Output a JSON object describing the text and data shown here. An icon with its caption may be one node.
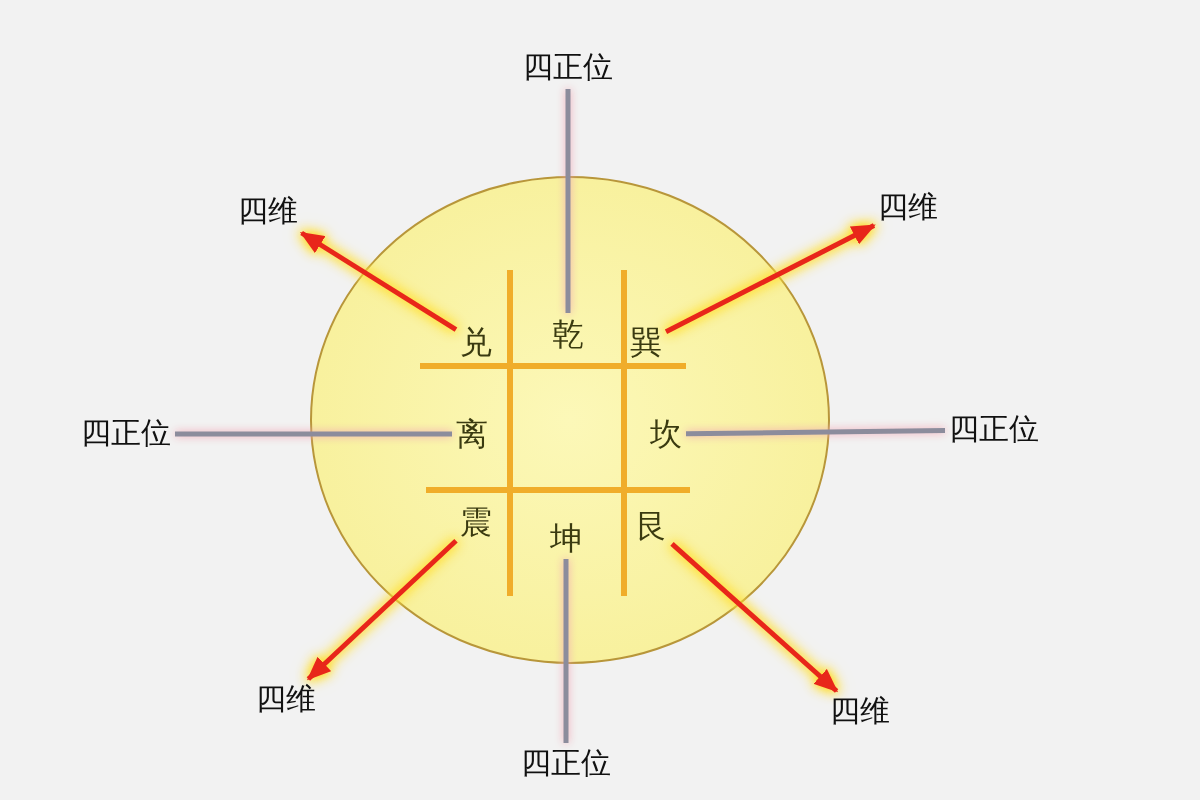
{
  "diagram": {
    "nodes": [
      {
        "text": [],
        "shape": "circle"
      },
      {
        "text": [
          "兑"
        ],
        "in": 0
      },
      {
        "text": [
          "乾"
        ],
        "in": 0
      },
      {
        "text": [
          "巽"
        ],
        "in": 0
      },
      {
        "text": [
          "离"
        ],
        "in": 0
      },
      {
        "text": [
          "坎"
        ],
        "in": 0
      },
      {
        "text": [
          "震"
        ],
        "in": 0
      },
      {
        "text": [
          "坤"
        ],
        "in": 0
      },
      {
        "text": [
          "艮"
        ],
        "in": 0
      },
      {
        "text": [
          "四正位"
        ]
      },
      {
        "text": [
          "四维"
        ]
      },
      {
        "text": [
          "四维"
        ]
      },
      {
        "text": [
          "四正位"
        ]
      },
      {
        "text": [
          "四正位"
        ]
      },
      {
        "text": [
          "四维"
        ]
      },
      {
        "text": [
          "四正位"
        ]
      },
      {
        "text": [
          "四维"
        ]
      }
    ],
    "edges": [
      {
        "from": 2,
        "to": 9,
        "arrow": "none"
      },
      {
        "from": 1,
        "to": 10,
        "arrow": "to",
        "color": "#e8261a"
      },
      {
        "from": 3,
        "to": 11,
        "arrow": "to",
        "color": "#e8261a"
      },
      {
        "from": 4,
        "to": 12,
        "arrow": "none"
      },
      {
        "from": 5,
        "to": 13,
        "arrow": "none"
      },
      {
        "from": 6,
        "to": 14,
        "arrow": "to",
        "color": "#e8261a"
      },
      {
        "from": 7,
        "to": 15,
        "arrow": "none"
      },
      {
        "from": 8,
        "to": 16,
        "arrow": "to",
        "color": "#e8261a"
      }
    ]
  }
}
